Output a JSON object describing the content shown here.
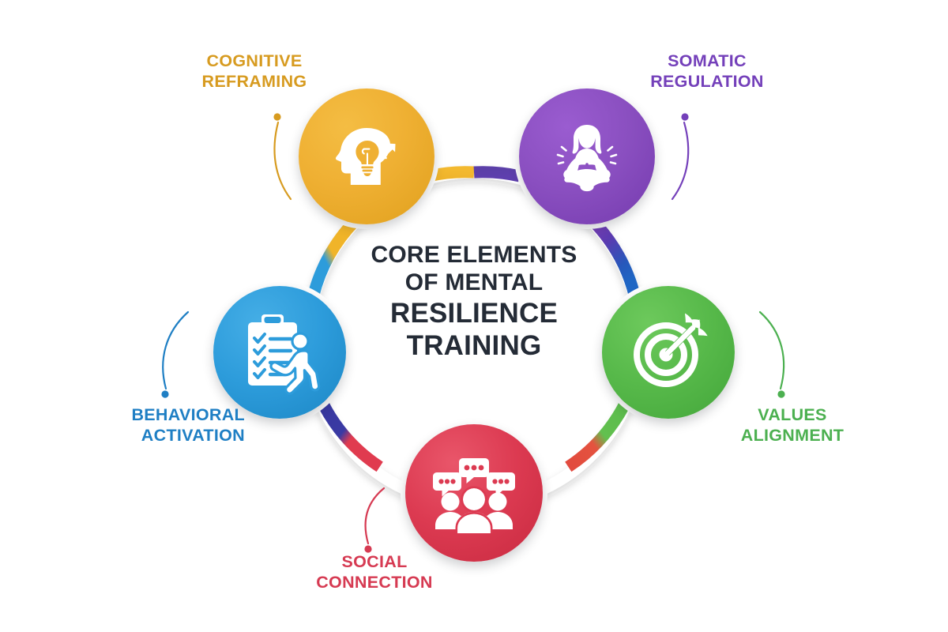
{
  "center": {
    "line1": "CORE ELEMENTS",
    "line2": "OF MENTAL",
    "line3": "RESILIENCE",
    "line4": "TRAINING",
    "color": "#242b36"
  },
  "nodes": [
    {
      "id": "cognitive-reframing",
      "label": "COGNITIVE\nREFRAMING",
      "icon": "head-lightbulb-icon",
      "color": "#efb033",
      "color_dark": "#e2a01f",
      "label_color": "#d79b20",
      "position": "top-left"
    },
    {
      "id": "somatic-regulation",
      "label": "SOMATIC\nREGULATION",
      "icon": "meditation-lotus-icon",
      "color": "#8a4fc0",
      "color_dark": "#7a3fb2",
      "label_color": "#7440ba",
      "position": "top-right"
    },
    {
      "id": "values-alignment",
      "label": "VALUES\nALIGNMENT",
      "icon": "target-arrow-icon",
      "color": "#57b94a",
      "color_dark": "#48a93c",
      "label_color": "#4cb050",
      "position": "right"
    },
    {
      "id": "social-connection",
      "label": "SOCIAL\nCONNECTION",
      "icon": "people-speech-bubbles-icon",
      "color": "#dc3a51",
      "color_dark": "#cc2c44",
      "label_color": "#d63a52",
      "position": "bottom"
    },
    {
      "id": "behavioral-activation",
      "label": "BEHAVIORAL\nACTIVATION",
      "icon": "clipboard-walking-person-icon",
      "color": "#2d9cdb",
      "color_dark": "#1f8bca",
      "label_color": "#1f7fc4",
      "position": "left"
    }
  ],
  "ring": {
    "segments": [
      {
        "name": "amber-to-blue-arc",
        "from": "#f0b429",
        "to": "#2d9cdb"
      },
      {
        "name": "amber-top-arc",
        "from": "#f0b429",
        "to": "#f0b429"
      },
      {
        "name": "purple-top-arc",
        "from": "#5b3fa8",
        "to": "#5b3fa8"
      },
      {
        "name": "purple-to-blue-arc",
        "from": "#7440ba",
        "to": "#1f66c4"
      },
      {
        "name": "green-arc",
        "from": "#57b94a",
        "to": "#57b94a"
      },
      {
        "name": "green-to-red-arc",
        "from": "#57b94a",
        "to": "#e4533f"
      },
      {
        "name": "red-arc",
        "from": "#e03b4f",
        "to": "#e03b4f"
      },
      {
        "name": "indigo-arc",
        "from": "#36349c",
        "to": "#36349c"
      }
    ]
  },
  "connectors": [
    {
      "name": "connector-cognitive",
      "color": "#d79b20"
    },
    {
      "name": "connector-somatic",
      "color": "#7440ba"
    },
    {
      "name": "connector-values",
      "color": "#4cb050"
    },
    {
      "name": "connector-social",
      "color": "#d63a52"
    },
    {
      "name": "connector-behavioral",
      "color": "#1f7fc4"
    }
  ]
}
